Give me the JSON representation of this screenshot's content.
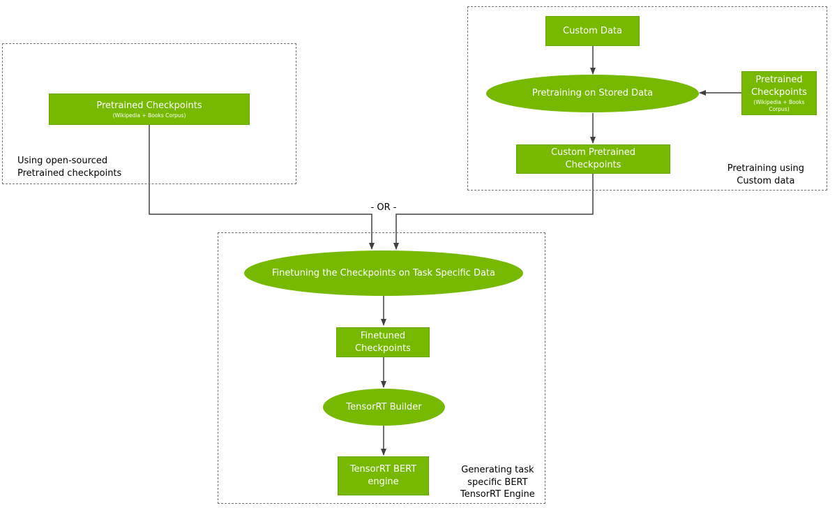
{
  "colors": {
    "node_fill": "#76b900",
    "node_text": "#ffffff",
    "connector": "#404040",
    "group_border": "#707070"
  },
  "groups": {
    "open_sourced": {
      "label_line1": "Using open-sourced",
      "label_line2": "Pretrained checkpoints"
    },
    "custom_data": {
      "label_line1": "Pretraining using",
      "label_line2": "Custom data"
    },
    "engine": {
      "label_line1": "Generating task",
      "label_line2": "specific BERT",
      "label_line3": "TensorRT Engine"
    }
  },
  "nodes": {
    "pretrained_checkpoints_left": {
      "title": "Pretrained Checkpoints",
      "subtitle": "(Wikipedia + Books Corpus)"
    },
    "custom_data": {
      "title": "Custom Data"
    },
    "pretraining_on_stored_data": {
      "title": "Pretraining on Stored Data"
    },
    "pretrained_checkpoints_right": {
      "title_line1": "Pretrained",
      "title_line2": "Checkpoints",
      "subtitle_line1": "(Wikipedia + Books",
      "subtitle_line2": "Corpus)"
    },
    "custom_pretrained_checkpoints": {
      "title_line1": "Custom Pretrained",
      "title_line2": "Checkpoints"
    },
    "finetuning": {
      "title": "Finetuning the Checkpoints on Task Specific Data"
    },
    "finetuned_checkpoints": {
      "title_line1": "Finetuned",
      "title_line2": "Checkpoints"
    },
    "tensorrt_builder": {
      "title": "TensorRT Builder"
    },
    "tensorrt_bert_engine": {
      "title_line1": "TensorRT BERT",
      "title_line2": "engine"
    }
  },
  "or_label": "- OR -"
}
